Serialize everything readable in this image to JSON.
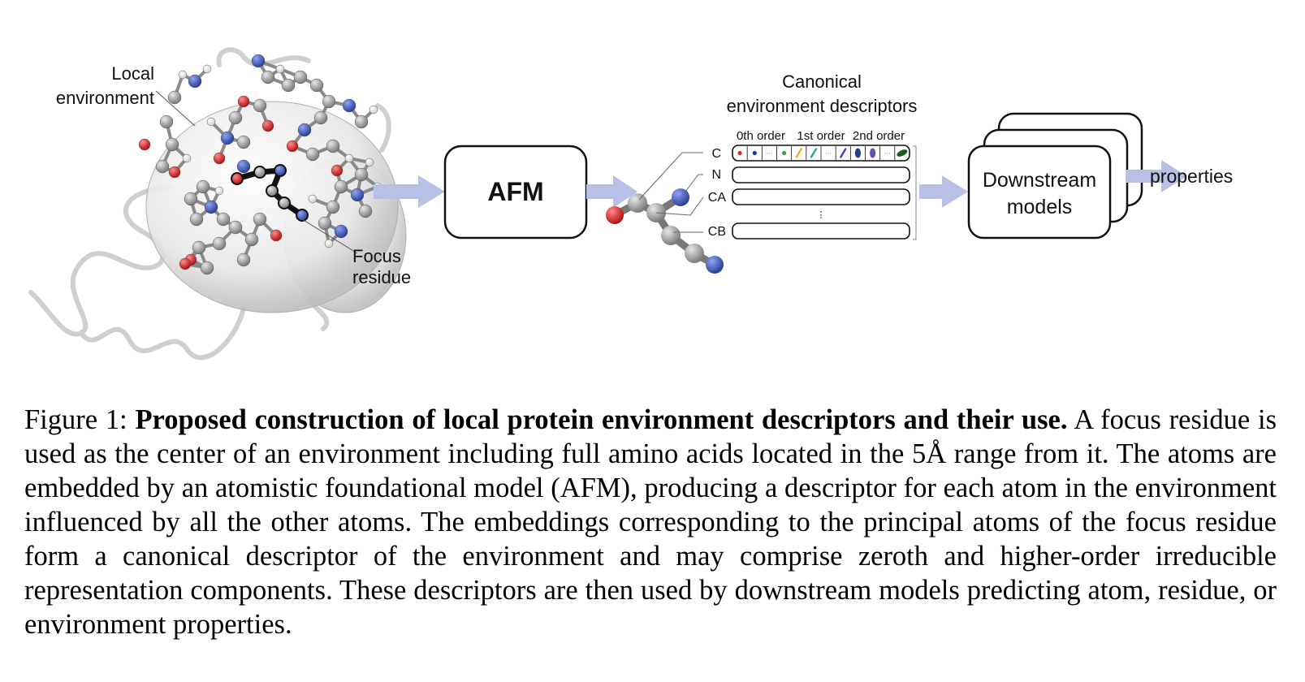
{
  "figure": {
    "local_env_label": [
      "Local",
      "environment"
    ],
    "focus_label": [
      "Focus",
      "residue"
    ],
    "afm_label": "AFM",
    "descriptors_title": [
      "Canonical",
      "environment descriptors"
    ],
    "order_labels": [
      "0th order",
      "1st order",
      "2nd order"
    ],
    "atom_rows": [
      "C",
      "N",
      "CA",
      "CB"
    ],
    "ellipsis": "⋮",
    "downstream_label": [
      "Downstream",
      "models"
    ],
    "properties_label": "properties",
    "colors": {
      "oxygen": "#e02020",
      "nitrogen": "#3a55b8",
      "carbon": "#9a9a9a",
      "hydrogen": "#ffffff",
      "arrow": "#b8c0e6",
      "bubble": "#d9d9d9"
    },
    "descriptor_cells": [
      {
        "kind": "dot",
        "color": "#d32f2f"
      },
      {
        "kind": "dot",
        "color": "#283593"
      },
      {
        "kind": "text",
        "text": "···"
      },
      {
        "kind": "dot",
        "color": "#43a047"
      },
      {
        "kind": "arrow",
        "color": "#f9a825"
      },
      {
        "kind": "arrow",
        "color": "#26a69a"
      },
      {
        "kind": "text",
        "text": "···"
      },
      {
        "kind": "arrow",
        "color": "#5e35b1"
      },
      {
        "kind": "ellipse",
        "color": "#1e3f9a"
      },
      {
        "kind": "ellipse",
        "color": "#6a4fb0"
      },
      {
        "kind": "text",
        "text": "···"
      },
      {
        "kind": "leaf",
        "color": "#1b5e20"
      }
    ]
  },
  "caption": {
    "prefix": "Figure 1: ",
    "bold": "Proposed construction of local protein environment descriptors and their use.",
    "body": " A focus residue is used as the center of an environment including full amino acids located in the 5Å range from it. The atoms are embedded by an atomistic foundational model (AFM), producing a descriptor for each atom in the environment influenced by all the other atoms. The embeddings corresponding to the principal atoms of the focus residue form a canonical descriptor of the environment and may comprise zeroth and higher-order irreducible representation components. These descriptors are then used by downstream models predicting atom, residue, or environment properties."
  }
}
